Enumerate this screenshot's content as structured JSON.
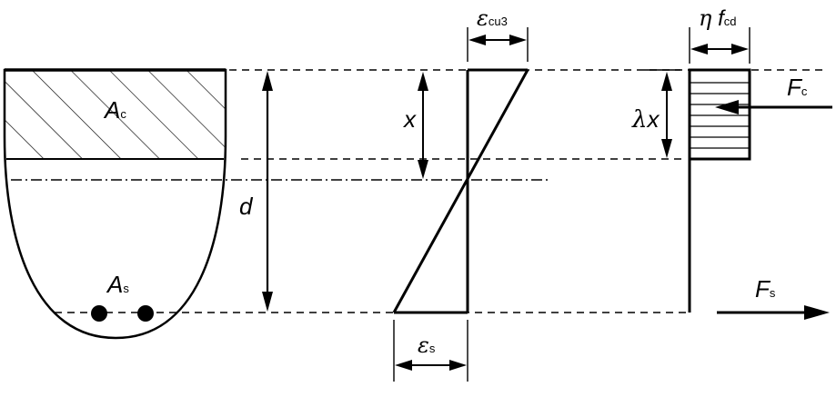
{
  "labels": {
    "area_compression": {
      "base": "A",
      "sub": "c"
    },
    "area_steel": {
      "base": "A",
      "sub": "s"
    },
    "depth_x": "x",
    "depth_d": "d",
    "strain_top": {
      "base": "ε",
      "sub": "cu3"
    },
    "strain_bottom": {
      "base": "ε",
      "sub": "s"
    },
    "block_depth": {
      "greek": "λ",
      "base": "x"
    },
    "stress_intensity": {
      "greek": "η",
      "base": "f",
      "sub": "cd"
    },
    "force_concrete": {
      "base": "F",
      "sub": "c"
    },
    "force_steel": {
      "base": "F",
      "sub": "s"
    }
  }
}
